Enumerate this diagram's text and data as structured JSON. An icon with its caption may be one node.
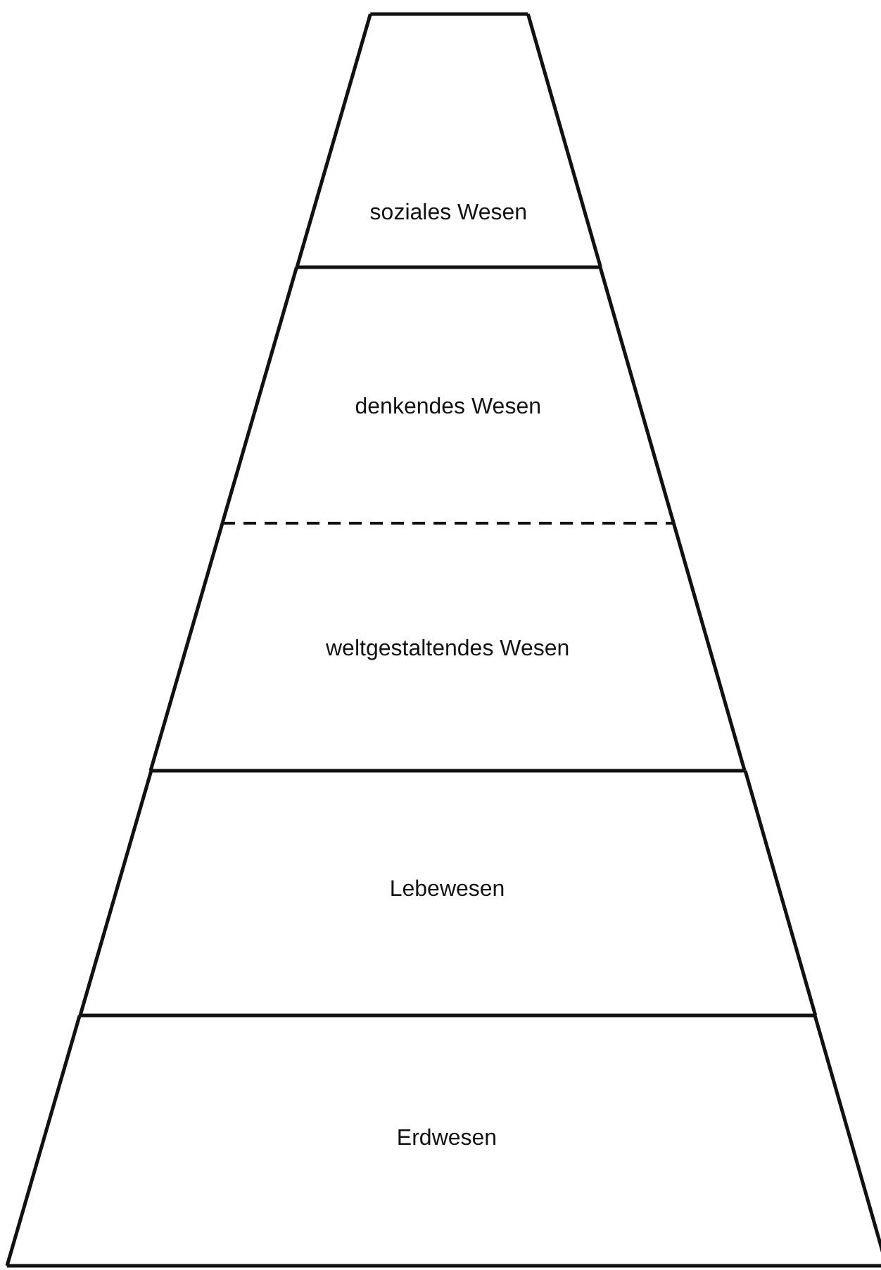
{
  "diagram": {
    "nodes": [
      {
        "text": [
          "soziales Wesen"
        ]
      },
      {
        "text": [
          "denkendes Wesen"
        ]
      },
      {
        "text": [
          "weltgestaltendes Wesen"
        ]
      },
      {
        "text": [
          "Lebewesen"
        ]
      },
      {
        "text": [
          "Erdwesen"
        ]
      }
    ]
  }
}
